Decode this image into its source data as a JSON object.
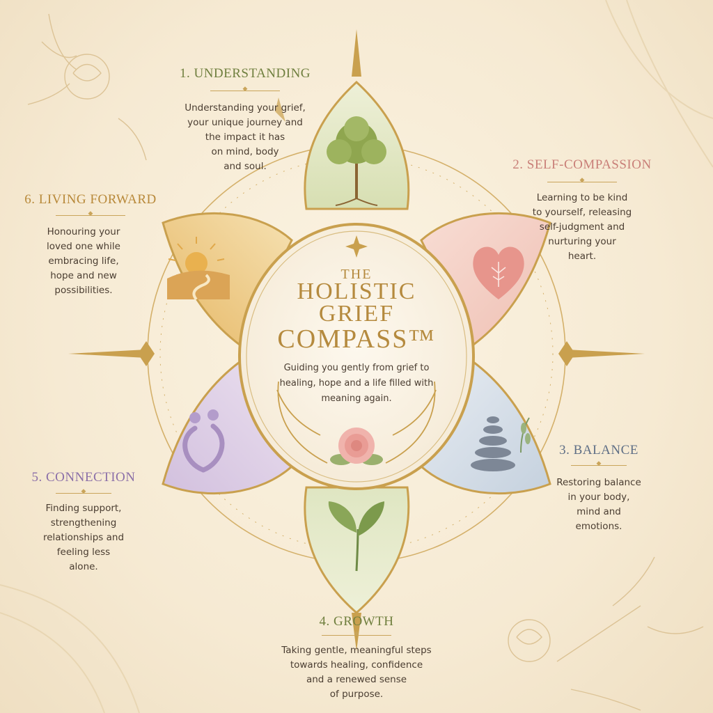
{
  "center": {
    "title_line1": "THE",
    "title_line2": "HOLISTIC",
    "title_line3": "GRIEF",
    "title_line4": "COMPASS™",
    "tagline": "Guiding you gently from grief to healing, hope and a life filled with meaning again."
  },
  "pillars": [
    {
      "title": "1. UNDERSTANDING",
      "text": "Understanding your grief,\nyour unique journey and\nthe impact it has\non mind, body\nand soul.",
      "color": "#6f7f3e",
      "icon": "tree-icon"
    },
    {
      "title": "2. SELF-COMPASSION",
      "text": "Learning to be kind\nto yourself, releasing\nself-judgment and\nnurturing your\nheart.",
      "color": "#c97f78",
      "icon": "heart-icon"
    },
    {
      "title": "3. BALANCE",
      "text": "Restoring balance\nin your body,\nmind and\nemotions.",
      "color": "#5f6f86",
      "icon": "stacked-stones-icon"
    },
    {
      "title": "4. GROWTH",
      "text": "Taking gentle, meaningful steps\ntowards healing, confidence\nand a renewed sense\nof purpose.",
      "color": "#6f7f3e",
      "icon": "sprout-icon"
    },
    {
      "title": "5. CONNECTION",
      "text": "Finding support,\nstrengthening\nrelationships and\nfeeling less\nalone.",
      "color": "#8b6fa8",
      "icon": "embracing-figures-icon"
    },
    {
      "title": "6. LIVING FORWARD",
      "text": "Honouring your\nloved one while\nembracing life,\nhope and new\npossibilities.",
      "color": "#b8893a",
      "icon": "sunrise-path-icon"
    }
  ]
}
